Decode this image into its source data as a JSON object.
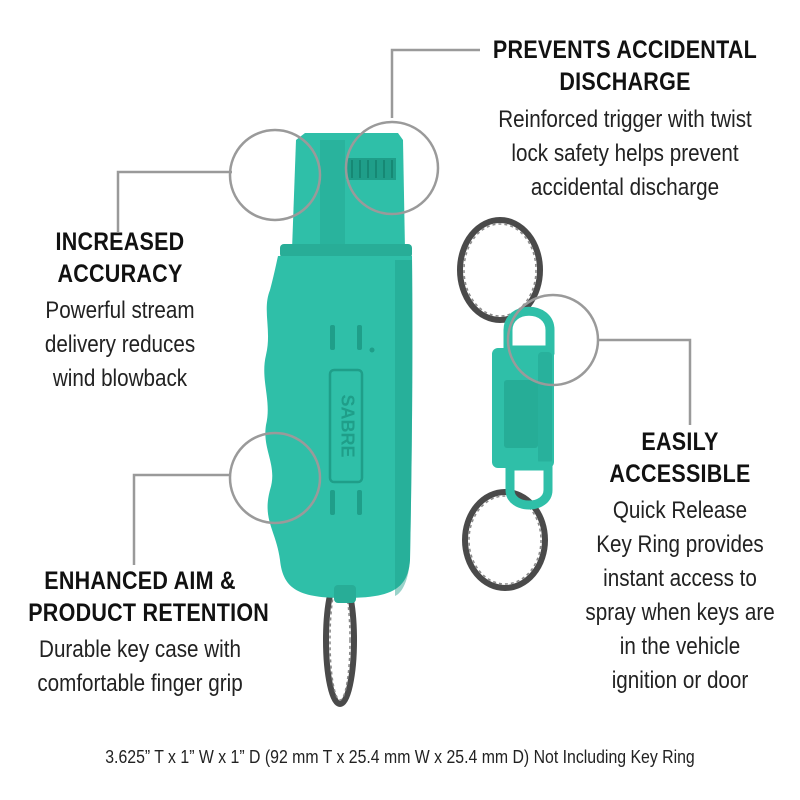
{
  "colors": {
    "product": "#2fbfa8",
    "product_shadow": "#1f9e89",
    "callout_line": "#9a9a9a",
    "ring_metal": "#4a4a4a"
  },
  "brand_mark": "SABRE",
  "callouts": {
    "prevents": {
      "heading": [
        "PREVENTS ACCIDENTAL",
        "DISCHARGE"
      ],
      "body": [
        "Reinforced trigger with twist",
        "lock safety helps prevent",
        "accidental discharge"
      ]
    },
    "accuracy": {
      "heading": [
        "INCREASED",
        "ACCURACY"
      ],
      "body": [
        "Powerful stream",
        "delivery reduces",
        "wind blowback"
      ]
    },
    "accessible": {
      "heading": [
        "EASILY",
        "ACCESSIBLE"
      ],
      "body": [
        "Quick Release",
        "Key Ring provides",
        "instant access to",
        "spray when keys are",
        "in the vehicle",
        "ignition or door"
      ]
    },
    "retention": {
      "heading": [
        "ENHANCED AIM &",
        "PRODUCT RETENTION"
      ],
      "body": [
        "Durable key case with",
        "comfortable finger grip"
      ]
    }
  },
  "dimensions": "3.625” T x 1” W x 1” D (92 mm T x 25.4 mm W x 25.4 mm D) Not Including Key Ring"
}
